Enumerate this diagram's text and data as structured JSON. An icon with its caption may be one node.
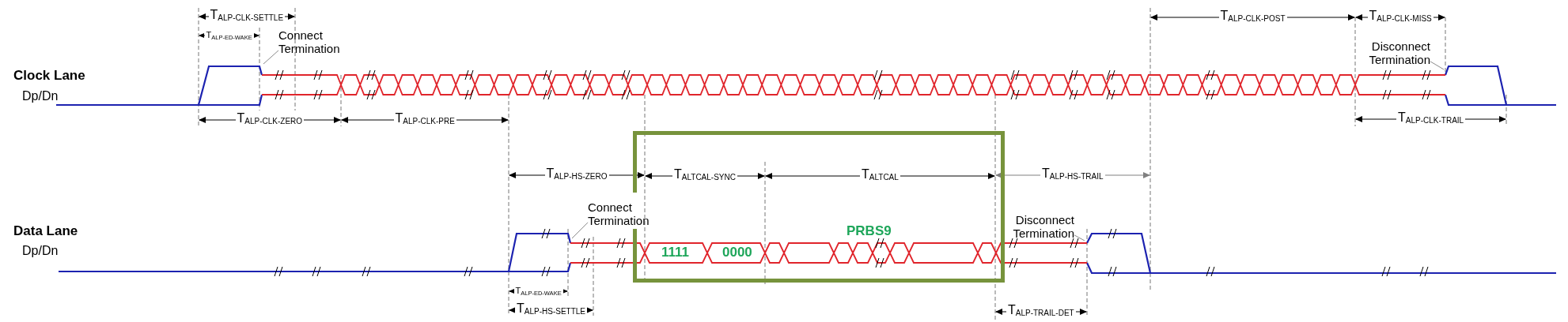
{
  "diagram": {
    "nodes": [
      {
        "text": [
          "Connect Termination"
        ]
      },
      {
        "text": [
          "Disconnect Termination"
        ]
      },
      {
        "text": [
          "1111",
          "0000",
          "PRBS9"
        ]
      },
      {
        "text": [
          "Connect Termination"
        ]
      },
      {
        "text": [
          "Disconnect Termination"
        ]
      }
    ],
    "edges": [
      {
        "from": 0,
        "to": null,
        "arrow": "none"
      },
      {
        "from": 1,
        "to": null,
        "arrow": "none"
      },
      {
        "from": 3,
        "to": null,
        "arrow": "none"
      },
      {
        "from": 4,
        "to": null,
        "arrow": "none"
      }
    ],
    "labels": [
      "T$_{ALP-CLK-SETTLE}$",
      "T$_{ALP-CLK-POST}$",
      "T$_{ALP-CLK-MISS}$",
      "T$_{ALP-ED-WAKE}$",
      "Clock Lane",
      "Dp/Dn",
      "T$_{ALP-CLK-ZERO}$",
      "T$_{ALP-CLK-PRE}$",
      "T$_{ALP-CLK-TRAIL}$",
      "T$_{ALP-HS-ZERO}$",
      "T$_{ALTCAL-SYNC}$",
      "T$_{ALTCAL}$",
      "T$_{ALP-HS-TRAIL}$",
      "Data Lane",
      "Dp/Dn",
      "T$_{ALP-ED-WAKE}$",
      "T$_{ALP-HS-SETTLE}$",
      "T$_{ALP-TRAIL-DET}$"
    ]
  }
}
